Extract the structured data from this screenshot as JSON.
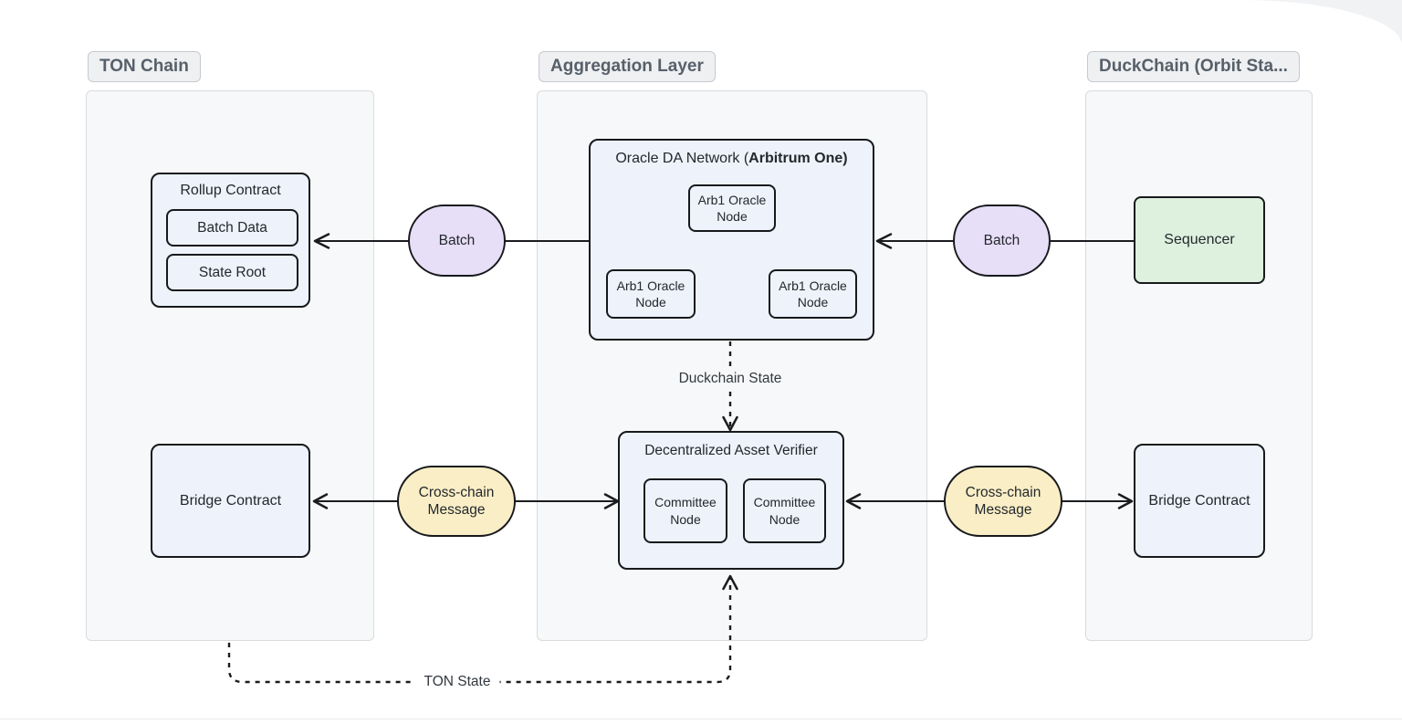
{
  "colors": {
    "canvas-bg": "#ffffff",
    "group-bg": "#f7f8f9",
    "group-border": "#d8dadd",
    "title-bg": "#eef0f2",
    "title-border": "#c6c9ce",
    "title-text": "#576069",
    "node-bg": "#edf2fb",
    "node-border": "#17191c",
    "node-text": "#23282d",
    "pill-purple": "#e7def7",
    "pill-yellow": "#faeec6",
    "green": "#def0de",
    "edge": "#1a1c1f"
  },
  "groups": {
    "ton": {
      "title": "TON Chain"
    },
    "aggregation": {
      "title": "Aggregation Layer"
    },
    "duckchain": {
      "title": "DuckChain (Orbit Sta..."
    }
  },
  "nodes": {
    "rollup_contract": {
      "label": "Rollup Contract",
      "children": {
        "batch_data": "Batch Data",
        "state_root": "State Root"
      }
    },
    "bridge_contract_ton": {
      "label": "Bridge Contract"
    },
    "oracle_network": {
      "label_prefix": "Oracle DA Network (",
      "label_bold": "Arbitrum One",
      "label_suffix": ")",
      "nodes": {
        "top": "Arb1 Oracle Node",
        "left": "Arb1 Oracle Node",
        "right": "Arb1 Oracle Node"
      }
    },
    "asset_verifier": {
      "label": "Decentralized Asset Verifier",
      "nodes": {
        "left": "Committee Node",
        "right": "Committee Node"
      }
    },
    "sequencer": {
      "label": "Sequencer"
    },
    "bridge_contract_duckchain": {
      "label": "Bridge Contract"
    }
  },
  "edges": {
    "batch_to_rollup": {
      "label": "Batch"
    },
    "batch_to_oracle": {
      "label": "Batch"
    },
    "crosschain_ton": {
      "label": "Cross-chain Message"
    },
    "crosschain_duckchain": {
      "label": "Cross-chain Message"
    },
    "duckchain_state": {
      "label": "Duckchain State"
    },
    "ton_state": {
      "label": "TON State"
    }
  }
}
